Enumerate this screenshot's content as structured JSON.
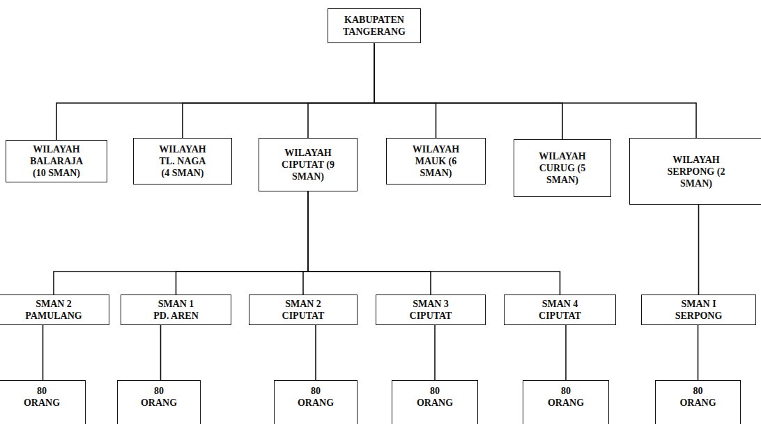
{
  "diagram": {
    "nodes": [
      {
        "text": [
          "KABUPATEN TANGERANG"
        ]
      },
      {
        "text": [
          "WILAYAH BALARAJA (10 SMAN)"
        ]
      },
      {
        "text": [
          "WILAYAH TL. NAGA (4 SMAN)"
        ]
      },
      {
        "text": [
          "WILAYAH CIPUTAT (9 SMAN)"
        ]
      },
      {
        "text": [
          "WILAYAH MAUK (6 SMAN)"
        ]
      },
      {
        "text": [
          "WILAYAH CURUG (5 SMAN)"
        ]
      },
      {
        "text": [
          "WILAYAH SERPONG (2 SMAN)"
        ]
      },
      {
        "text": [
          "SMAN 2 PAMULANG"
        ]
      },
      {
        "text": [
          "SMAN 1 PD. AREN"
        ]
      },
      {
        "text": [
          "SMAN 2 CIPUTAT"
        ]
      },
      {
        "text": [
          "SMAN 3 CIPUTAT"
        ]
      },
      {
        "text": [
          "SMAN 4 CIPUTAT"
        ]
      },
      {
        "text": [
          "SMAN I SERPONG"
        ]
      },
      {
        "text": [
          "80 ORANG"
        ]
      },
      {
        "text": [
          "80 ORANG"
        ]
      },
      {
        "text": [
          "80 ORANG"
        ]
      },
      {
        "text": [
          "80 ORANG"
        ]
      },
      {
        "text": [
          "80 ORANG"
        ]
      },
      {
        "text": [
          "80 ORANG"
        ]
      }
    ],
    "edges": [
      {
        "from": 0,
        "to": 1,
        "arrow": "none"
      },
      {
        "from": 0,
        "to": 2,
        "arrow": "none"
      },
      {
        "from": 0,
        "to": 3,
        "arrow": "none"
      },
      {
        "from": 0,
        "to": 4,
        "arrow": "none"
      },
      {
        "from": 0,
        "to": 5,
        "arrow": "none"
      },
      {
        "from": 0,
        "to": 6,
        "arrow": "none"
      },
      {
        "from": 3,
        "to": 7,
        "arrow": "none"
      },
      {
        "from": 3,
        "to": 8,
        "arrow": "none"
      },
      {
        "from": 3,
        "to": 9,
        "arrow": "none"
      },
      {
        "from": 3,
        "to": 10,
        "arrow": "none"
      },
      {
        "from": 3,
        "to": 11,
        "arrow": "none"
      },
      {
        "from": 6,
        "to": 12,
        "arrow": "none"
      },
      {
        "from": 7,
        "to": 13,
        "arrow": "none"
      },
      {
        "from": 8,
        "to": 14,
        "arrow": "none"
      },
      {
        "from": 9,
        "to": 15,
        "arrow": "none"
      },
      {
        "from": 10,
        "to": 16,
        "arrow": "none"
      },
      {
        "from": 11,
        "to": 17,
        "arrow": "none"
      },
      {
        "from": 12,
        "to": 18,
        "arrow": "none"
      }
    ]
  }
}
